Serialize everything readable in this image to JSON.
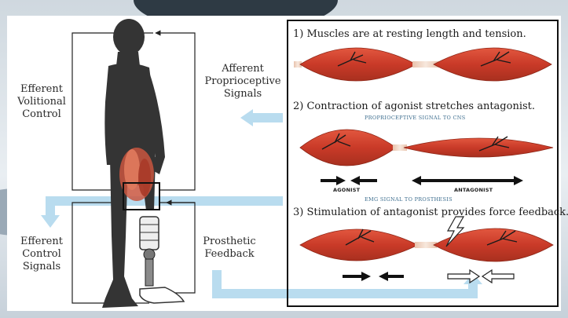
{
  "labels": {
    "efferent_volitional": [
      "Efferent",
      "Volitional",
      "Control"
    ],
    "afferent_proprioceptive": [
      "Afferent",
      "Proprioceptive",
      "Signals"
    ],
    "efferent_control": [
      "Efferent",
      "Control",
      "Signals"
    ],
    "prosthetic_feedback": [
      "Prosthetic",
      "Feedback"
    ]
  },
  "steps": {
    "step1": "1) Muscles are at resting length and tension.",
    "step2": "2) Contraction of agonist stretches antagonist.",
    "step3": "3) Stimulation of antagonist provides force feedback."
  },
  "signals": {
    "proprioceptive": "PROPRIOCEPTIVE SIGNAL TO CNS",
    "emg": "EMG SIGNAL TO PROSTHESIS"
  },
  "muscle_roles": {
    "agonist": "AGONIST",
    "antagonist": "ANTAGONIST"
  },
  "colors": {
    "muscle": "#d1412f",
    "muscle_dark": "#9e2a1d",
    "tendon": "#f1d9c8",
    "signal_arrow": "#b9dcef",
    "body": "#333333",
    "box_border": "#111111"
  }
}
